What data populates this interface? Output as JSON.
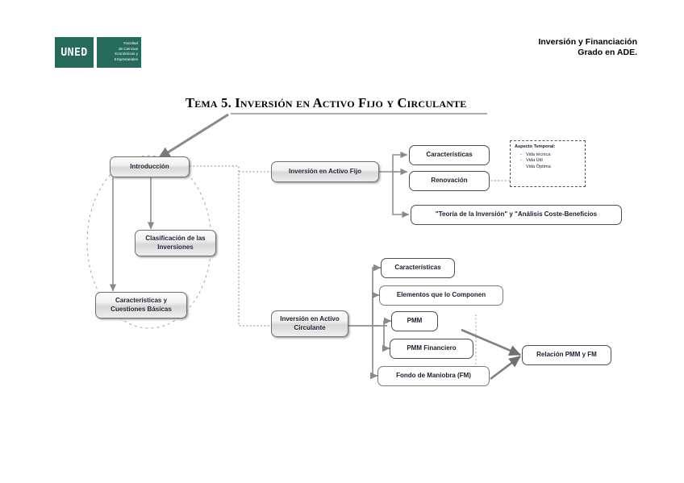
{
  "header": {
    "logo": {
      "mark_text": "UNED",
      "faculty_line1": "Facultad",
      "faculty_line2": "de Ciencias",
      "faculty_line3": "Económicas y",
      "faculty_line4": "Empresariales"
    },
    "course_title": "Inversión y Financiación",
    "degree": "Grado en ADE."
  },
  "title": "Tema 5. Inversión en Activo Fijo y Circulante",
  "diagram": {
    "intro": "Introducción",
    "clasificacion": "Clasificación de las Inversiones",
    "caracteristicas_basicas": "Características y Cuestiones Básicas",
    "activo_fijo": "Inversión en Activo Fijo",
    "fijo_caracteristicas": "Características",
    "fijo_renovacion": "Renovación",
    "fijo_teoria": "\"Teoría de la Inversión\" y \"Análisis Coste-Beneficios",
    "aspecto_temporal": {
      "title": "Aspecto Temporal:",
      "items": [
        "Vida técnica",
        "Vida Útil",
        "Vida Óptima"
      ]
    },
    "activo_circulante": "Inversión en Activo Circulante",
    "circ_caracteristicas": "Características",
    "circ_elementos": "Elementos que lo Componen",
    "circ_pmm": "PMM",
    "circ_pmm_financiero": "PMM Financiero",
    "circ_fondo_maniobra": "Fondo de Maniobra (FM)",
    "relacion": "Relación PMM y FM"
  },
  "colors": {
    "brand_green": "#256a5a",
    "connector_gray": "#808080",
    "node_text": "#1b1b2e"
  }
}
